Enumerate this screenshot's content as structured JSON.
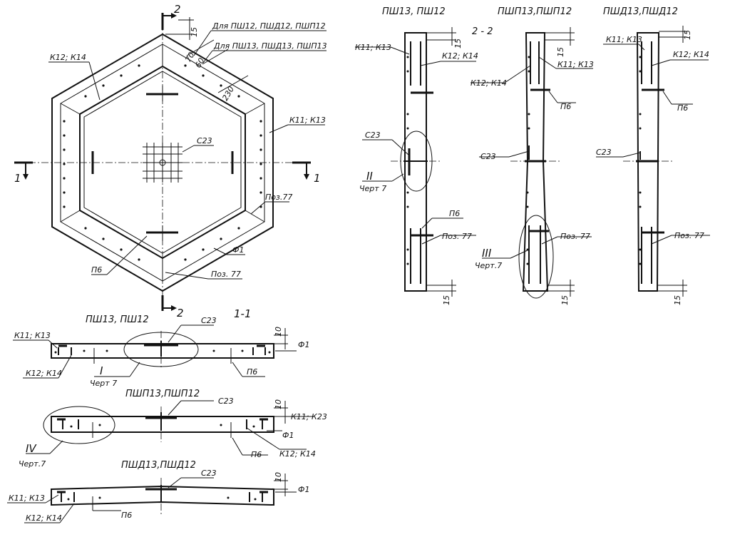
{
  "plan": {
    "cut2_label": "2",
    "cut1_label": "1",
    "dim_15": "15",
    "dim_70": "70",
    "dim_60": "60",
    "dim_230": "230",
    "note_a": "Для ПШ12, ПШД12, ПШП12",
    "note_b": "Для ПШ13, ПШД13, ПШП13",
    "k12_k14": "К12; К14",
    "k11_k13": "К11; К13",
    "c23": "С23",
    "poz77_right": "Поз.77",
    "f1": "Ф1",
    "p6": "П6",
    "poz77_bottom": "Поз. 77"
  },
  "section11": {
    "title": "1-1",
    "cut2_label": "2",
    "a": {
      "title": "ПШ13, ПШ12",
      "c23": "С23",
      "dim10": "10",
      "k11_k13": "К11; К13",
      "f1": "Ф1",
      "k12_k14": "К12; К14",
      "detail": "I",
      "chert": "Черт 7",
      "p6": "П6"
    },
    "b": {
      "title": "ПШП13,ПШП12",
      "c23": "С23",
      "dim10": "10",
      "k11_k23": "К11; К23",
      "f1": "Ф1",
      "p6": "П6",
      "k12_k14": "К12; К14",
      "detail": "IV",
      "chert": "Черт.7"
    },
    "c": {
      "title": "ПШД13,ПШД12",
      "c23": "С23",
      "dim10": "10",
      "f1": "Ф1",
      "k11_k13": "К11; К13",
      "k12_k14": "К12; К14",
      "p6": "П6"
    }
  },
  "section22": {
    "title": "2 - 2",
    "a": {
      "title": "ПШ13, ПШ12",
      "dim15_top": "15",
      "k11_k13": "К11; К13",
      "k12_k14": "К12; К14",
      "c23": "С23",
      "detail": "II",
      "chert": "Черт 7",
      "p6": "П6",
      "poz77": "Поз. 77",
      "dim15_bottom": "15"
    },
    "b": {
      "title": "ПШП13,ПШП12",
      "dim15_top": "15",
      "k12_k14": "К12; К14",
      "k11_k13": "К11; К13",
      "p6": "П6",
      "c23": "С23",
      "poz77": "Поз. 77",
      "detail": "III",
      "chert": "Черт.7",
      "dim15_bottom": "15"
    },
    "c": {
      "title": "ПШД13,ПШД12",
      "dim15_top": "15",
      "k11_k13": "К11; К13",
      "k12_k14": "К12; К14",
      "p6": "П6",
      "c23": "С23",
      "poz77": "Поз. 77",
      "dim15_bottom": "15"
    }
  }
}
